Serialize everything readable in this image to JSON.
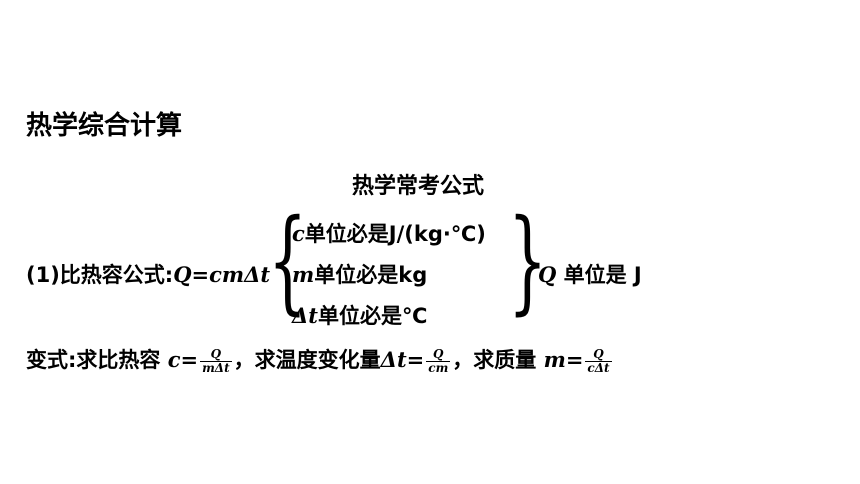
{
  "section_title": "热学综合计算",
  "subtitle": "热学常考公式",
  "formula": {
    "label": "(1)比热容公式:",
    "expr_q": "Q",
    "expr_rest": "=cmΔt",
    "branches": [
      {
        "var": "c",
        "text": "单位必是J/(kg·℃)"
      },
      {
        "var": "m",
        "text": "单位必是kg"
      },
      {
        "var": "Δt",
        "text": "单位必是℃"
      }
    ],
    "q_var": "Q",
    "q_unit": " 单位是 J"
  },
  "variants": {
    "label": "变式:求比热容 ",
    "c_lhs": "c=",
    "c_num": "Q",
    "c_den": "mΔt",
    "sep1": "，求温度变化量",
    "t_lhs": "Δt=",
    "t_num": "Q",
    "t_den": "cm",
    "sep2": "，求质量 ",
    "m_lhs": "m=",
    "m_num": "Q",
    "m_den": "cΔt"
  }
}
